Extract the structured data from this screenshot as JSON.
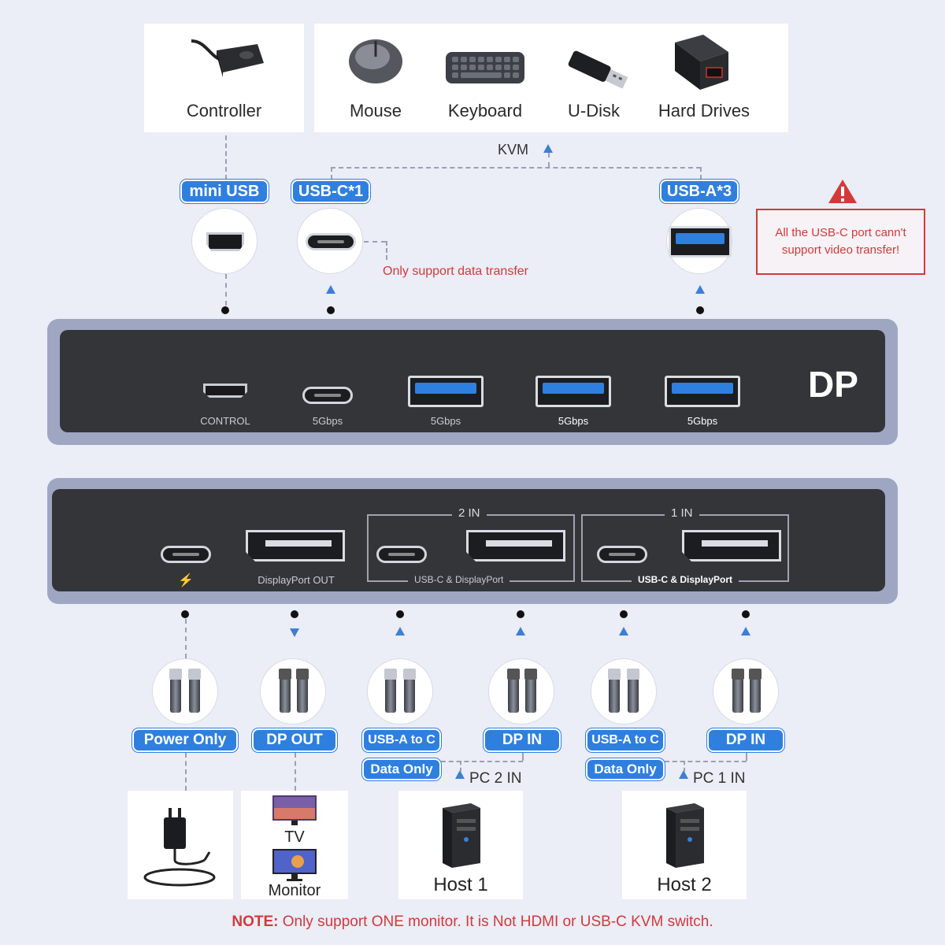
{
  "devices": {
    "controller": "Controller",
    "mouse": "Mouse",
    "keyboard": "Keyboard",
    "udisk": "U-Disk",
    "hard_drives": "Hard Drives"
  },
  "kvm_label": "KVM",
  "port_badges": {
    "mini_usb": "mini USB",
    "usb_c": "USB-C*1",
    "usb_a": "USB-A*3"
  },
  "notes": {
    "usb_c_data_only": "Only support data transfer",
    "warning_line1": "All the USB-C port cann't",
    "warning_line2": "support video transfer!"
  },
  "front_panel": {
    "brand": "DP",
    "control_label": "CONTROL",
    "usbc_speed": "5Gbps",
    "usba1_speed": "5Gbps",
    "usba2_speed": "5Gbps",
    "usba3_speed": "5Gbps"
  },
  "rear_panel": {
    "power_glyph": "⚡",
    "dp_out_label": "DisplayPort OUT",
    "group2_title": "2 IN",
    "group2_label": "USB-C & DisplayPort",
    "group1_title": "1 IN",
    "group1_label": "USB-C & DisplayPort"
  },
  "cable_badges": {
    "power_only": "Power Only",
    "dp_out": "DP OUT",
    "usba_to_c_1": "USB-A to C",
    "dp_in_1": "DP IN",
    "usba_to_c_2": "USB-A to C",
    "dp_in_2": "DP IN",
    "data_only_1": "Data Only",
    "data_only_2": "Data Only"
  },
  "pc_labels": {
    "pc2": "PC 2 IN",
    "pc1": "PC 1 IN"
  },
  "targets": {
    "tv": "TV",
    "monitor": "Monitor",
    "host1": "Host 1",
    "host2": "Host 2"
  },
  "footer": {
    "note_prefix": "NOTE:",
    "note_text": " Only support ONE monitor. It is Not HDMI or USB-C KVM switch."
  },
  "colors": {
    "badge_blue": "#2f7fde",
    "arrow_blue": "#3d7fd6",
    "warning_red": "#d23a3a",
    "panel_dark": "#333539"
  }
}
